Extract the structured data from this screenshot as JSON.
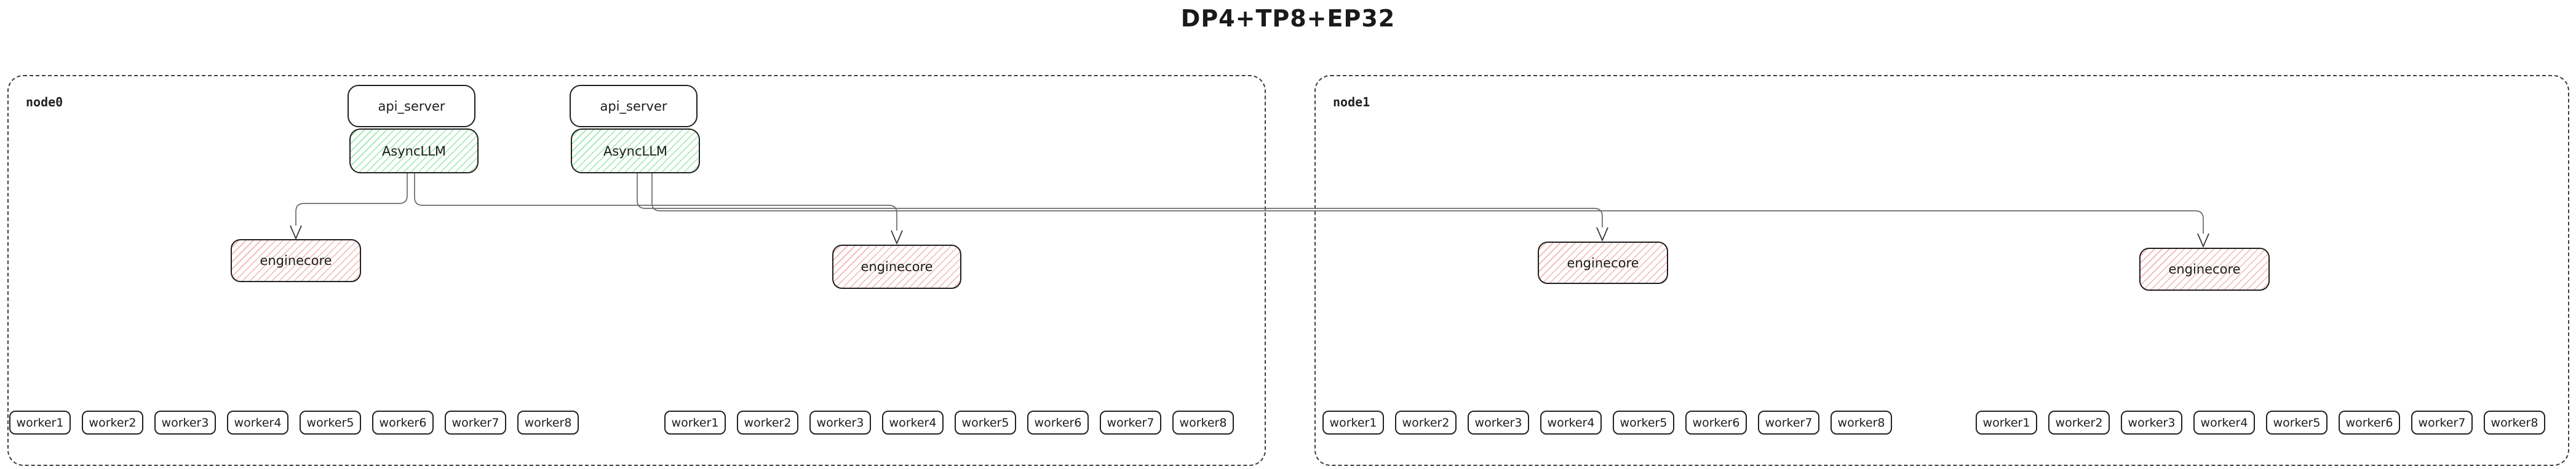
{
  "title": "DP4+TP8+EP32",
  "colors": {
    "async_llm_hatch": "#9ae7ab",
    "enginecore_hatch": "#f3b4b4",
    "box_border": "#1f1f1f",
    "connector_line": "#6b6b6b"
  },
  "nodes": [
    {
      "label": "node0",
      "api_servers": [
        {
          "api_server": "api_server",
          "async_llm": "AsyncLLM"
        },
        {
          "api_server": "api_server",
          "async_llm": "AsyncLLM"
        }
      ],
      "enginecores": [
        "enginecore",
        "enginecore"
      ],
      "worker_groups": [
        [
          "worker1",
          "worker2",
          "worker3",
          "worker4",
          "worker5",
          "worker6",
          "worker7",
          "worker8"
        ],
        [
          "worker1",
          "worker2",
          "worker3",
          "worker4",
          "worker5",
          "worker6",
          "worker7",
          "worker8"
        ]
      ]
    },
    {
      "label": "node1",
      "enginecores": [
        "enginecore",
        "enginecore"
      ],
      "worker_groups": [
        [
          "worker1",
          "worker2",
          "worker3",
          "worker4",
          "worker5",
          "worker6",
          "worker7",
          "worker8"
        ],
        [
          "worker1",
          "worker2",
          "worker3",
          "worker4",
          "worker5",
          "worker6",
          "worker7",
          "worker8"
        ]
      ]
    }
  ]
}
